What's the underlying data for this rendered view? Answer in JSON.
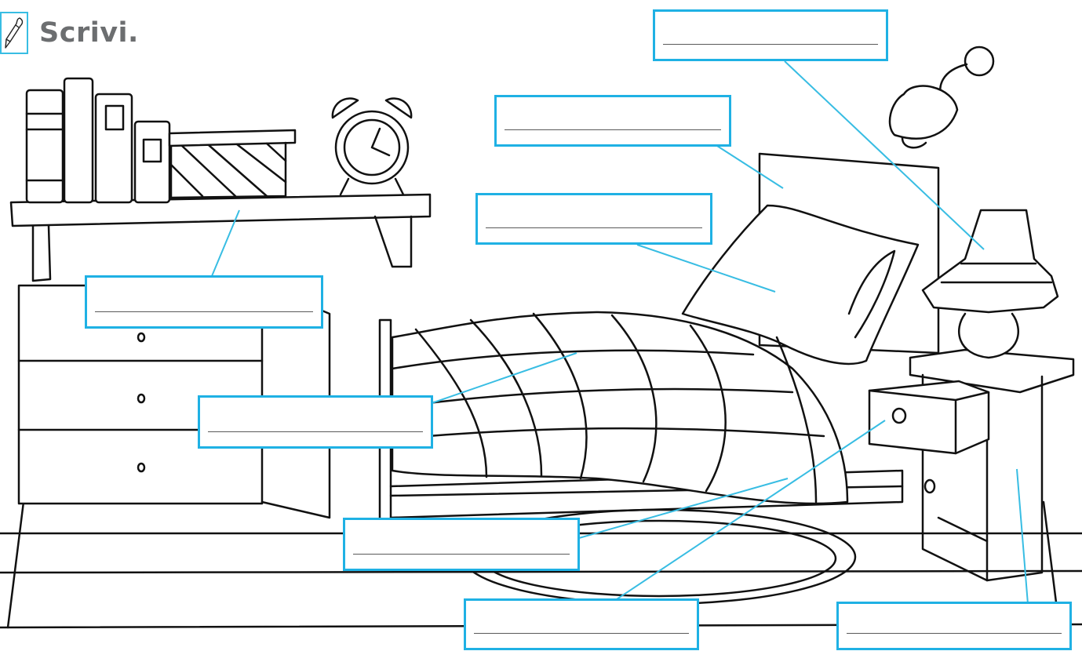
{
  "header": {
    "title": "Scrivi.",
    "icon": "pen-icon"
  },
  "accent_color": "#1fb1e4",
  "labels": [
    {
      "id": "label-lamp",
      "value": ""
    },
    {
      "id": "label-headboard",
      "value": ""
    },
    {
      "id": "label-pillow",
      "value": ""
    },
    {
      "id": "label-shelf",
      "value": ""
    },
    {
      "id": "label-duvet",
      "value": ""
    },
    {
      "id": "label-sheet",
      "value": ""
    },
    {
      "id": "label-drawer",
      "value": ""
    },
    {
      "id": "label-nightstand",
      "value": ""
    }
  ]
}
